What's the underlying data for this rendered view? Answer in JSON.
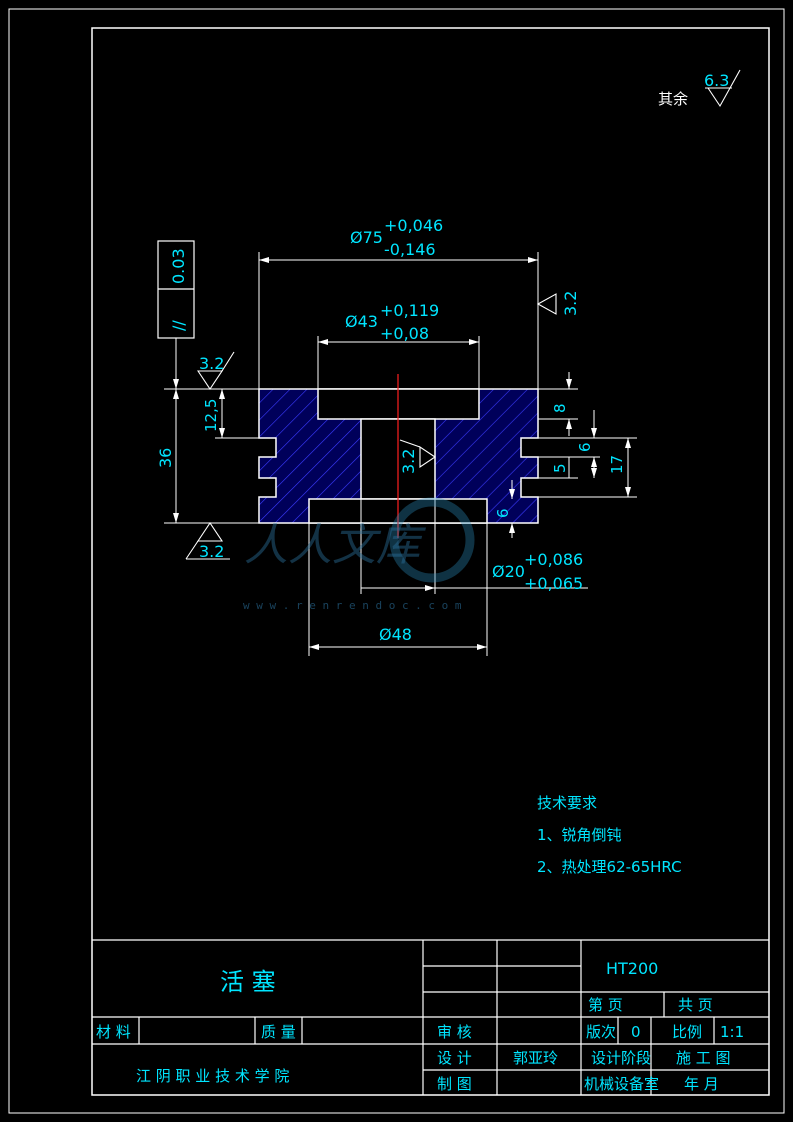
{
  "roughness": {
    "general_label": "其余",
    "general_value": "6.3",
    "top_value": "3.2",
    "left_value": "3.2",
    "bore_value": "3.2",
    "bottom_value": "3.2"
  },
  "tolerance": {
    "parallel_symbol": "//",
    "value": "0.03"
  },
  "dimensions": {
    "d75_main": "Ø75",
    "d75_upper": "+0,046",
    "d75_lower": "-0,146",
    "d43_main": "Ø43",
    "d43_upper": "+0,119",
    "d43_lower": "+0,08",
    "d20_main": "Ø20",
    "d20_upper": "+0,086",
    "d20_lower": "+0,065",
    "d48": "Ø48",
    "h36": "36",
    "h12_5": "12,5",
    "h8": "8",
    "h6a": "6",
    "h5": "5",
    "h17": "17",
    "h6b": "6"
  },
  "watermark": {
    "text": "人人文库",
    "url": "w w w . r e n r e n d o c . c o m"
  },
  "tech_requirements": {
    "title": "技术要求",
    "item1": "1、锐角倒钝",
    "item2": "2、热处理62-65HRC"
  },
  "title_block": {
    "part_name": "活  塞",
    "material": "HT200",
    "material_label": "材 料",
    "mass_label": "质 量",
    "school": "江 阴 职 业 技 术 学 院",
    "review_label": "审  核",
    "design_label": "设  计",
    "drawing_label": "制  图",
    "designer": "郭亚玲",
    "sheet_label": "第      页",
    "total_label": "共      页",
    "version_label": "版次",
    "version_value": "0",
    "scale_label": "比例",
    "scale_value": "1:1",
    "stage_label": "设计阶段",
    "stage_value": "施  工  图",
    "dept": "机械设备室",
    "year_month": "年      月"
  }
}
